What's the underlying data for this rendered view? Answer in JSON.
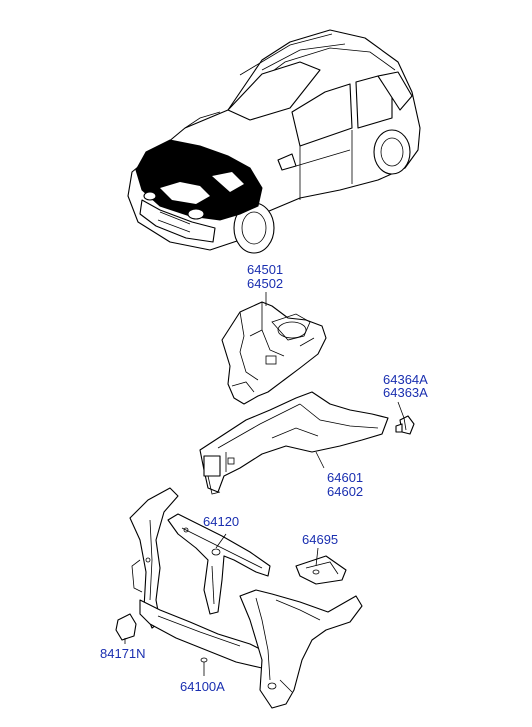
{
  "colors": {
    "label": "#1a2fb0",
    "line": "#000000",
    "background": "#ffffff"
  },
  "labels": {
    "apron_a": "64501",
    "apron_b": "64502",
    "bracket_a": "64364A",
    "bracket_b": "64363A",
    "member_a": "64601",
    "member_b": "64602",
    "upper_rail": "64120",
    "plate": "64695",
    "clip": "84171N",
    "carrier": "64100A"
  }
}
